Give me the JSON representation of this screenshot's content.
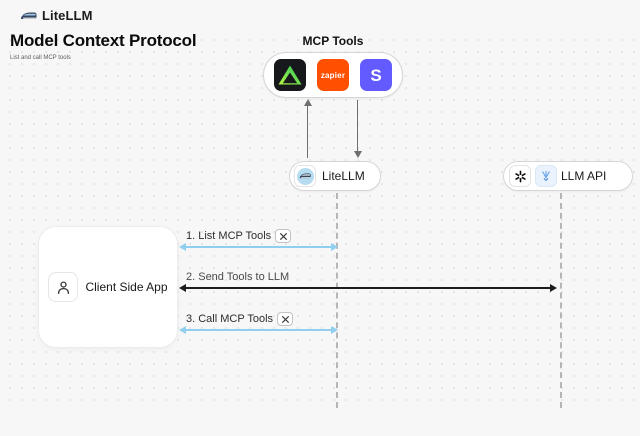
{
  "header": {
    "brand": "LiteLLM",
    "title": "Model Context Protocol",
    "subtitle": "List and call MCP tools"
  },
  "diagram": {
    "mcp_tools": {
      "label": "MCP Tools",
      "zapier_text": "zapier",
      "stripe_text": "S"
    },
    "litellm_node": {
      "label": "LiteLLM"
    },
    "llm_api_node": {
      "label": "LLM API"
    },
    "client_node": {
      "label": "Client Side App"
    },
    "arrows": [
      {
        "label": "1. List MCP Tools"
      },
      {
        "label": "2. Send Tools to LLM"
      },
      {
        "label": "3. Call MCP Tools"
      }
    ]
  },
  "colors": {
    "background": "#f7f7f8",
    "blue_arrow": "#90cfef",
    "dark_arrow": "#1c1c1c",
    "lifeline": "#b6b6b6",
    "zapier": "#ff4f00",
    "stripe": "#635bff",
    "litellm_icon_bg": "#b7dcf2"
  }
}
